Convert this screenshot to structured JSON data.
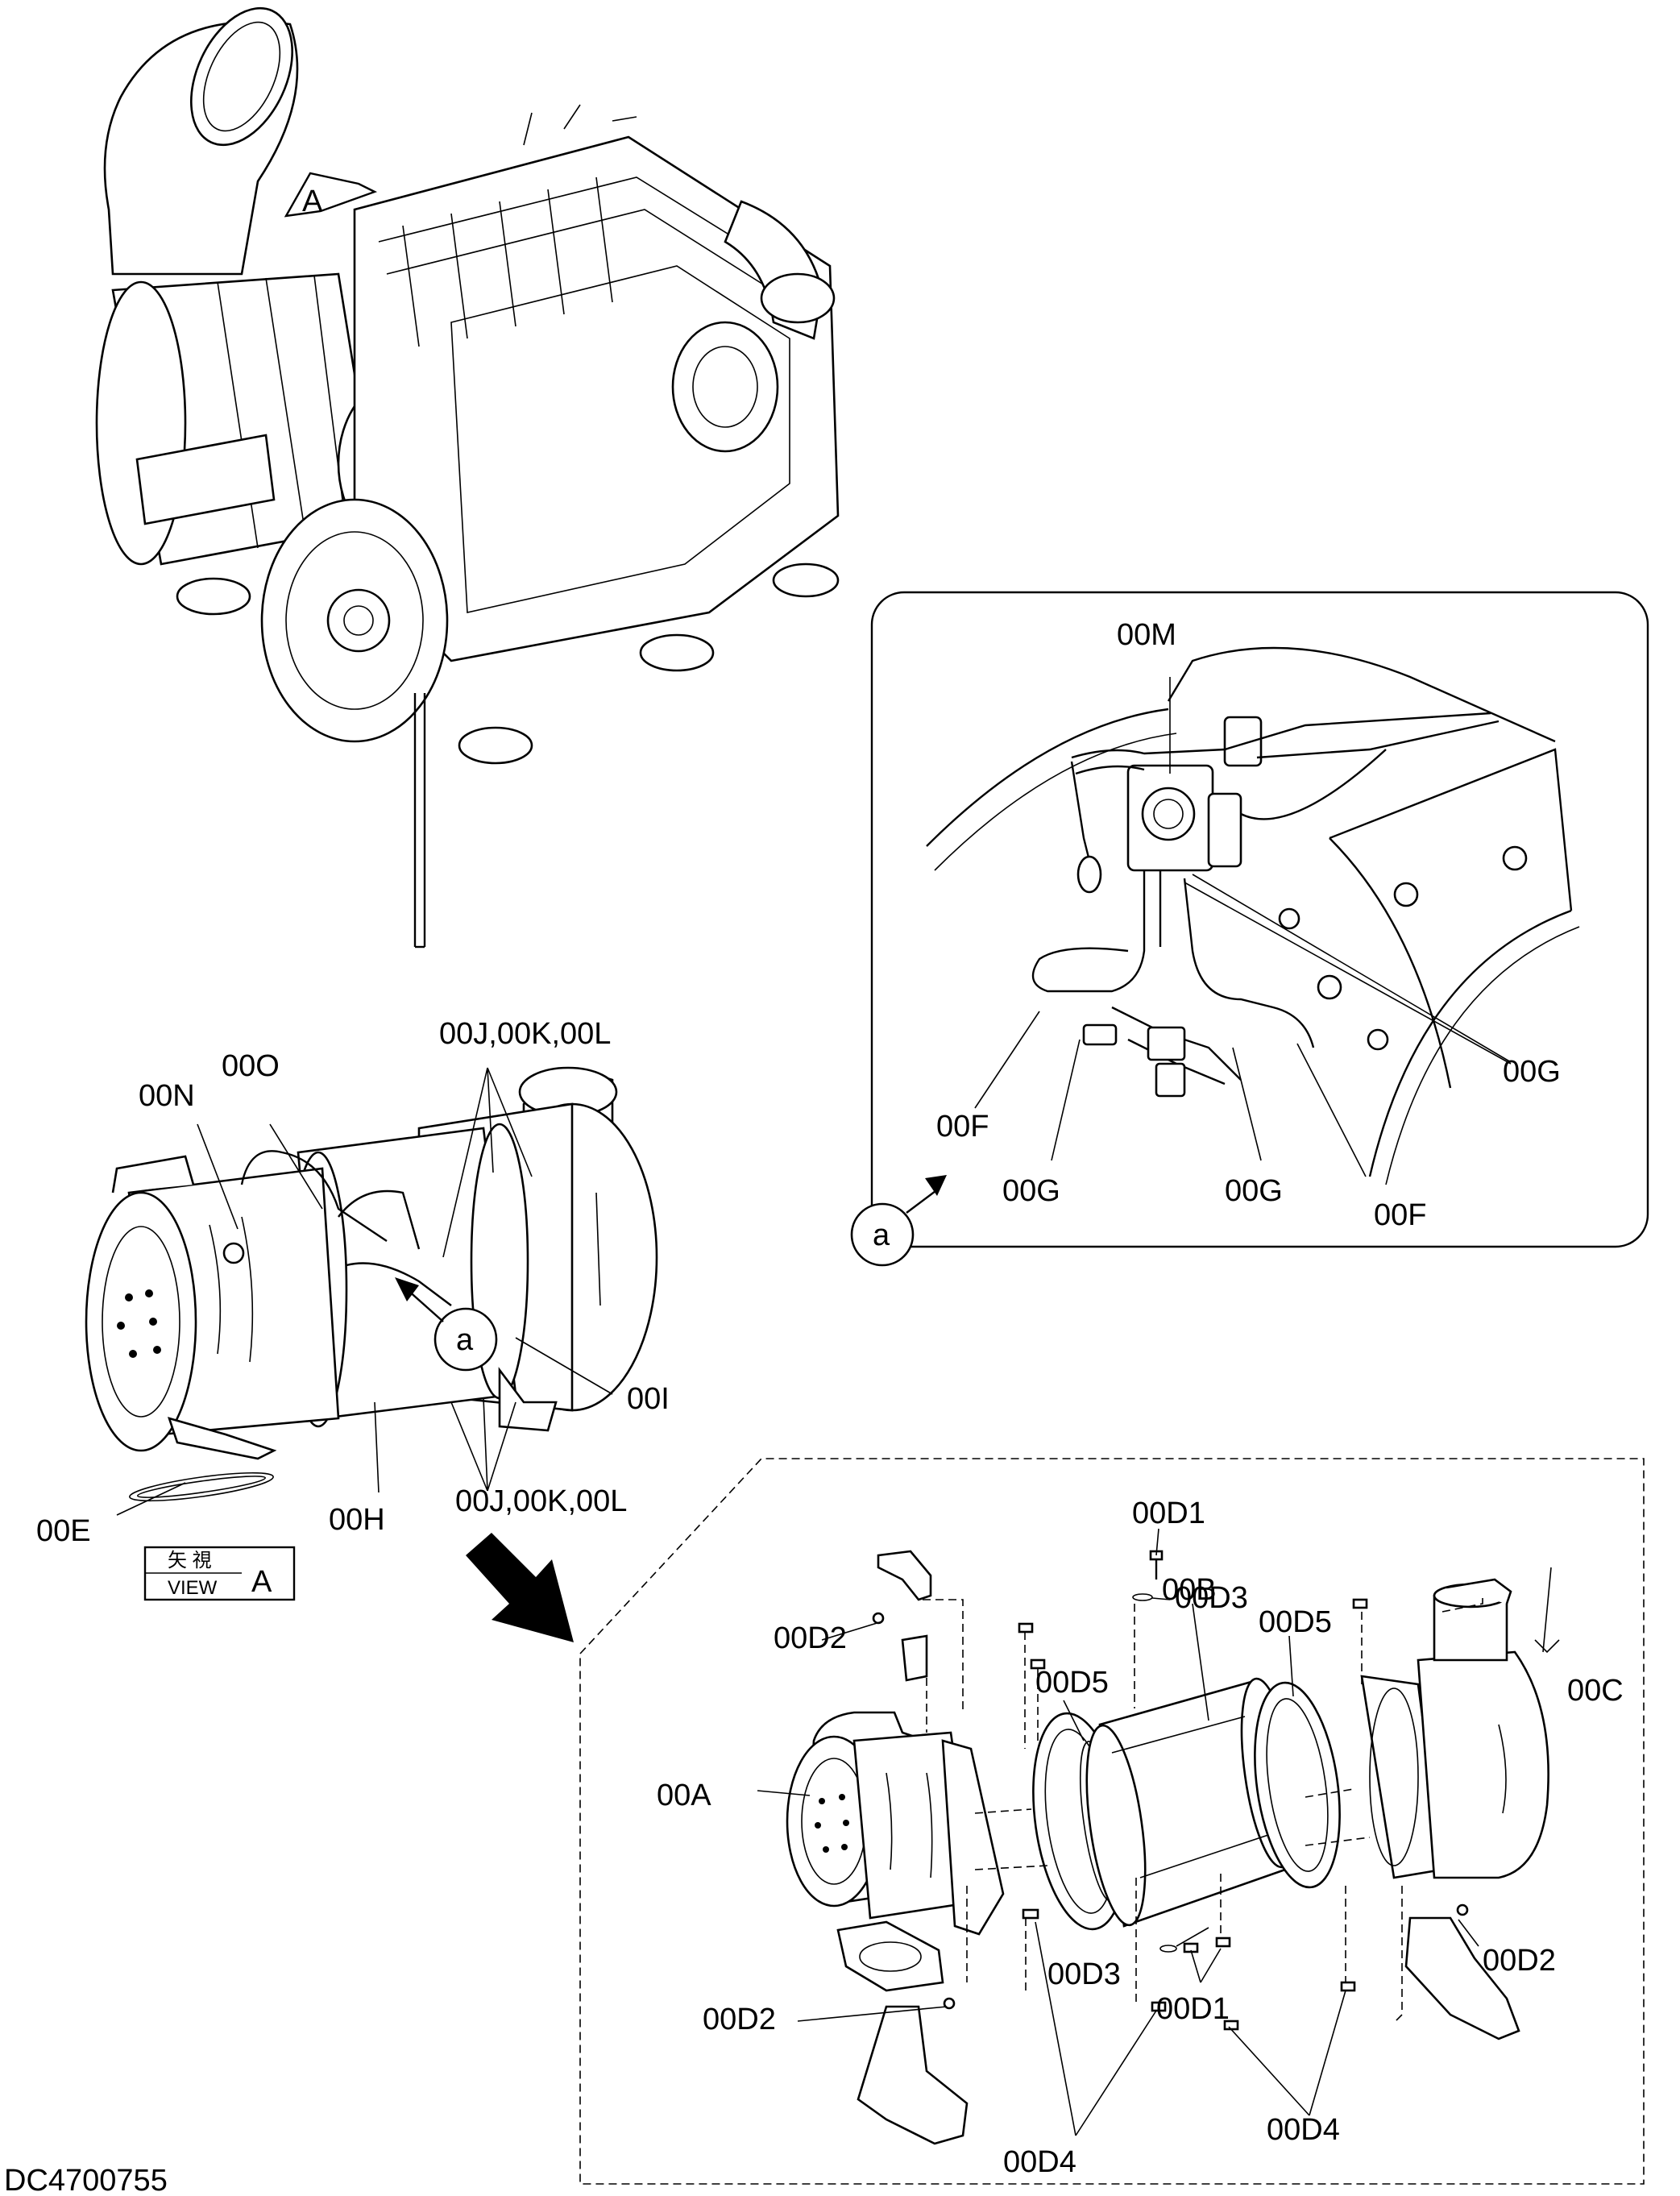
{
  "drawing_number": "DC4700755",
  "view_tag": {
    "kanji": "矢 視",
    "view": "VIEW",
    "letter": "A"
  },
  "view_arrow_letter": "A",
  "detail_marker": "a",
  "callouts": {
    "n00M": "00M",
    "n00G_right": "00G",
    "n00F_left": "00F",
    "n00G_bl": "00G",
    "n00G_bm": "00G",
    "n00F_bottom": "00F",
    "n00N": "00N",
    "n00O": "00O",
    "n00JKL_top": "00J,00K,00L",
    "n00I": "00I",
    "n00JKL_bottom": "00J,00K,00L",
    "n00H": "00H",
    "n00E": "00E",
    "n00D1_top": "00D1",
    "n00D3_top": "00D3",
    "n00D2_left": "00D2",
    "n00D5_left": "00D5",
    "n00B": "00B",
    "n00D5_right": "00D5",
    "n00C": "00C",
    "n00A": "00A",
    "n00D3_bottom": "00D3",
    "n00D1_bottom": "00D1",
    "n00D2_bottom": "00D2",
    "n00D2_right": "00D2",
    "n00D4_left": "00D4",
    "n00D4_right": "00D4"
  }
}
